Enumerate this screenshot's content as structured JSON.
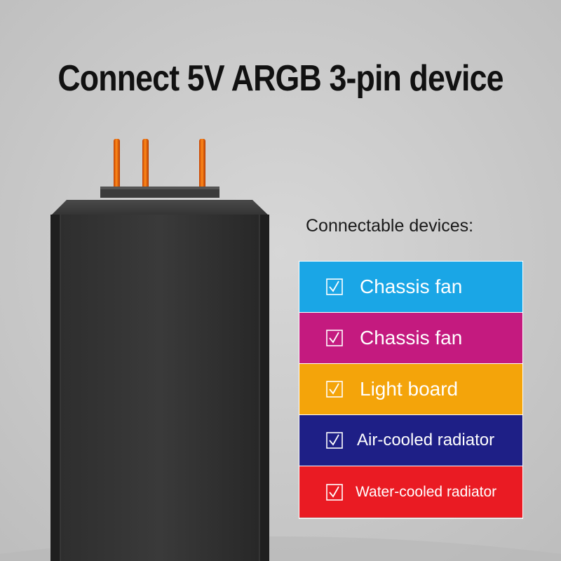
{
  "title": "Connect 5V ARGB 3-pin device",
  "subtitle": "Connectable devices:",
  "devices": [
    {
      "label": "Chassis fan",
      "color": "#1aa6e6"
    },
    {
      "label": "Chassis fan",
      "color": "#c41a7f"
    },
    {
      "label": "Light board",
      "color": "#f4a40a"
    },
    {
      "label": "Air-cooled radiator",
      "color": "#1e1f86"
    },
    {
      "label": "Water-cooled radiator",
      "color": "#ea1b23"
    }
  ],
  "check_icon": "checkbox-checked-icon",
  "pin_color": "#ff6a00"
}
